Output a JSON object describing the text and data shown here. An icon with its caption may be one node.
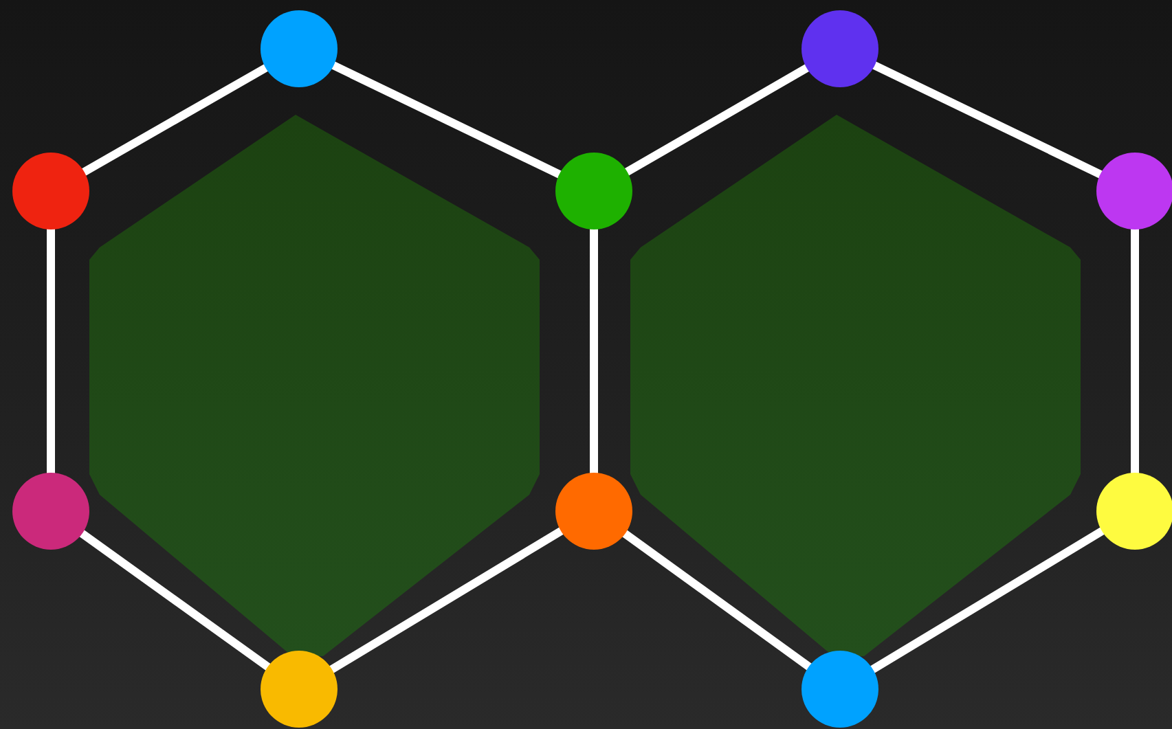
{
  "diagram": {
    "nodes": [
      {
        "text": [],
        "shape": "circle"
      },
      {
        "text": [],
        "shape": "circle"
      },
      {
        "text": [],
        "shape": "circle"
      },
      {
        "text": [],
        "shape": "circle"
      },
      {
        "text": [],
        "shape": "circle"
      },
      {
        "text": [],
        "shape": "circle"
      },
      {
        "text": [],
        "shape": "circle"
      },
      {
        "text": [],
        "shape": "circle"
      },
      {
        "text": [],
        "shape": "circle"
      },
      {
        "text": [],
        "shape": "circle"
      }
    ],
    "edges": [
      {
        "from": 2,
        "to": 0,
        "arrow": "none"
      },
      {
        "from": 0,
        "to": 3,
        "arrow": "none"
      },
      {
        "from": 3,
        "to": 1,
        "arrow": "none"
      },
      {
        "from": 1,
        "to": 4,
        "arrow": "none"
      },
      {
        "from": 2,
        "to": 5,
        "arrow": "none"
      },
      {
        "from": 3,
        "to": 6,
        "arrow": "none"
      },
      {
        "from": 4,
        "to": 7,
        "arrow": "none"
      },
      {
        "from": 5,
        "to": 8,
        "arrow": "none"
      },
      {
        "from": 8,
        "to": 6,
        "arrow": "none"
      },
      {
        "from": 6,
        "to": 9,
        "arrow": "none"
      },
      {
        "from": 9,
        "to": 7,
        "arrow": "none"
      }
    ]
  }
}
